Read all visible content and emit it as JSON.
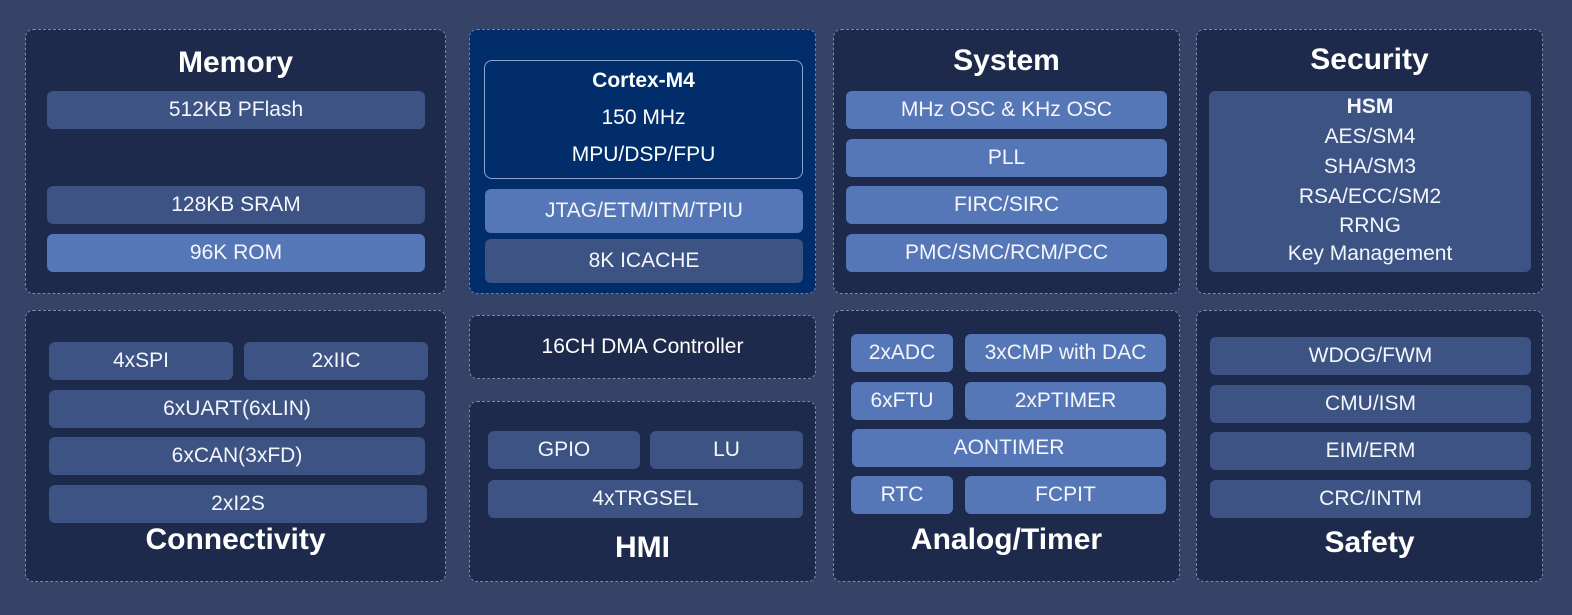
{
  "memory": {
    "title": "Memory",
    "items": [
      "512KB PFlash",
      "128KB SRAM",
      "96K ROM"
    ]
  },
  "core": {
    "cpu_name": "Cortex-M4",
    "cpu_freq": "150 MHz",
    "cpu_features": "MPU/DSP/FPU",
    "debug": "JTAG/ETM/ITM/TPIU",
    "cache": "8K ICACHE"
  },
  "system": {
    "title": "System",
    "items": [
      "MHz OSC & KHz OSC",
      "PLL",
      "FIRC/SIRC",
      "PMC/SMC/RCM/PCC"
    ]
  },
  "security": {
    "title": "Security",
    "hsm_title": "HSM",
    "items": [
      "AES/SM4",
      "SHA/SM3",
      "RSA/ECC/SM2",
      "RRNG",
      "Key Management"
    ]
  },
  "connectivity": {
    "title": "Connectivity",
    "items": [
      "4xSPI",
      "2xIIC",
      "6xUART(6xLIN)",
      "6xCAN(3xFD)",
      "2xI2S"
    ]
  },
  "dma": {
    "label": "16CH DMA Controller"
  },
  "hmi": {
    "title": "HMI",
    "items": [
      "GPIO",
      "LU",
      "4xTRGSEL"
    ]
  },
  "analog": {
    "title": "Analog/Timer",
    "items": [
      "2xADC",
      "3xCMP with DAC",
      "6xFTU",
      "2xPTIMER",
      "AONTIMER",
      "RTC",
      "FCPIT"
    ]
  },
  "safety": {
    "title": "Safety",
    "items": [
      "WDOG/FWM",
      "CMU/ISM",
      "EIM/ERM",
      "CRC/INTM"
    ]
  }
}
